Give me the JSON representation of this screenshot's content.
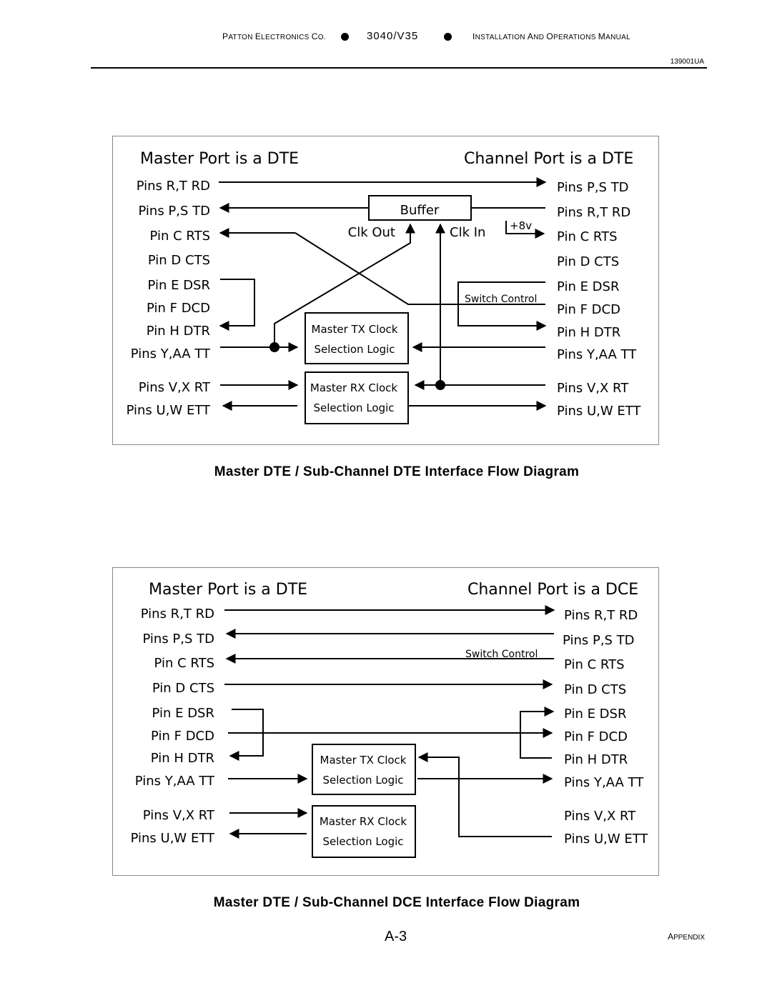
{
  "header": {
    "company_first": "P",
    "company_rest": "ATTON ",
    "company_e": "E",
    "company_e_rest": "LECTRONICS ",
    "company_c": "C",
    "company_c_rest": "O.",
    "model": "3040/V35",
    "manual_i": "I",
    "manual_i_rest": "NSTALLATION ",
    "manual_a": "A",
    "manual_a_rest": "ND ",
    "manual_o": "O",
    "manual_o_rest": "PERATIONS ",
    "manual_m": "M",
    "manual_m_rest": "ANUAL",
    "doc_number": "139001UA"
  },
  "diagram1": {
    "title_left": "Master Port is a DTE",
    "title_right": "Channel Port is a DTE",
    "left_pins": [
      "Pins R,T RD",
      "Pins P,S TD",
      "Pin C RTS",
      "Pin D CTS",
      "Pin E DSR",
      "Pin F DCD",
      "Pin H DTR",
      "Pins Y,AA TT",
      "Pins V,X RT",
      "Pins U,W ETT"
    ],
    "right_pins": [
      "Pins P,S TD",
      "Pins R,T RD",
      "Pin C RTS",
      "Pin D CTS",
      "Pin E DSR",
      "Pin F DCD",
      "Pin H DTR",
      "Pins Y,AA TT",
      "Pins V,X RT",
      "Pins U,W ETT"
    ],
    "buffer": "Buffer",
    "clk_out": "Clk Out",
    "clk_in": "Clk In",
    "voltage": "+8v",
    "switch_control": "Switch Control",
    "tx_box": [
      "Master TX Clock",
      "Selection Logic"
    ],
    "rx_box": [
      "Master RX Clock",
      "Selection Logic"
    ],
    "caption": "Master DTE / Sub-Channel DTE Interface Flow Diagram"
  },
  "diagram2": {
    "title_left": "Master Port is a DTE",
    "title_right": "Channel Port is a DCE",
    "left_pins": [
      "Pins R,T RD",
      "Pins P,S TD",
      "Pin C RTS",
      "Pin D CTS",
      "Pin E DSR",
      "Pin F DCD",
      "Pin H DTR",
      "Pins Y,AA TT",
      "Pins V,X RT",
      "Pins U,W ETT"
    ],
    "right_pins": [
      "Pins R,T RD",
      "Pins P,S TD",
      "Pin C RTS",
      "Pin D CTS",
      "Pin E DSR",
      "Pin F DCD",
      "Pin H DTR",
      "Pins Y,AA TT",
      "Pins V,X RT",
      "Pins U,W ETT"
    ],
    "switch_control": "Switch Control",
    "tx_box": [
      "Master TX Clock",
      "Selection Logic"
    ],
    "rx_box": [
      "Master RX Clock",
      "Selection Logic"
    ],
    "caption": "Master DTE / Sub-Channel DCE Interface Flow Diagram"
  },
  "footer": {
    "page_number": "A-3",
    "section_first": "A",
    "section_rest": "PPENDIX"
  }
}
